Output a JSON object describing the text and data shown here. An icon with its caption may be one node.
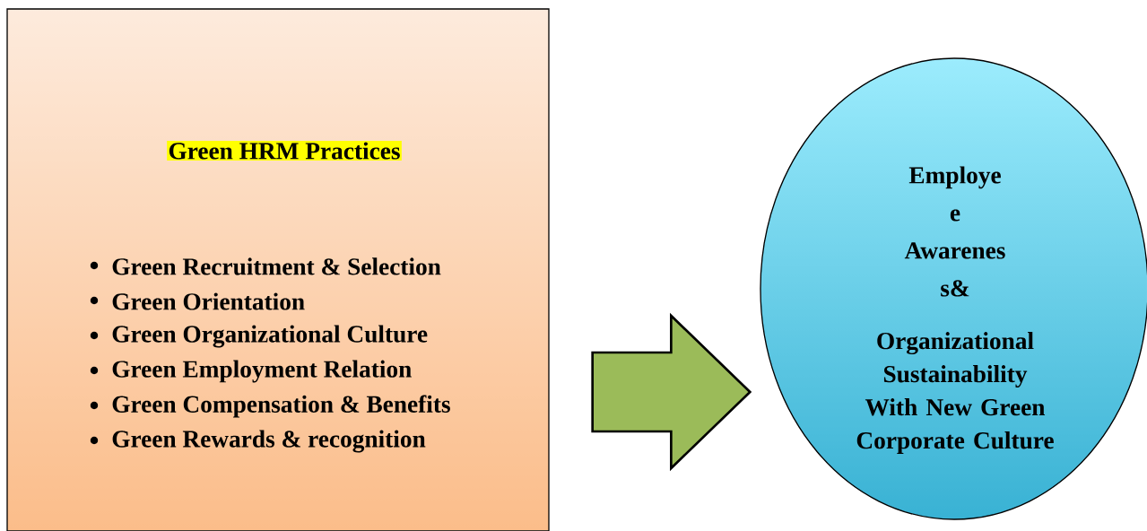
{
  "diagram": {
    "nodes": [
      {
        "text": [
          "Green HRM Practices",
          "Green Recruitment & Selection",
          "Green Orientation",
          "Green Organizational Culture",
          "Green Employment Relation",
          "Green Compensation & Benefits",
          "Green Rewards & recognition"
        ]
      },
      {
        "text": [
          "Employe e Awarenes s&",
          "Organizational Sustainability With New Green Corporate Culture"
        ]
      }
    ],
    "edges": [
      {
        "from": 0,
        "to": 1,
        "arrow": "to"
      }
    ]
  }
}
